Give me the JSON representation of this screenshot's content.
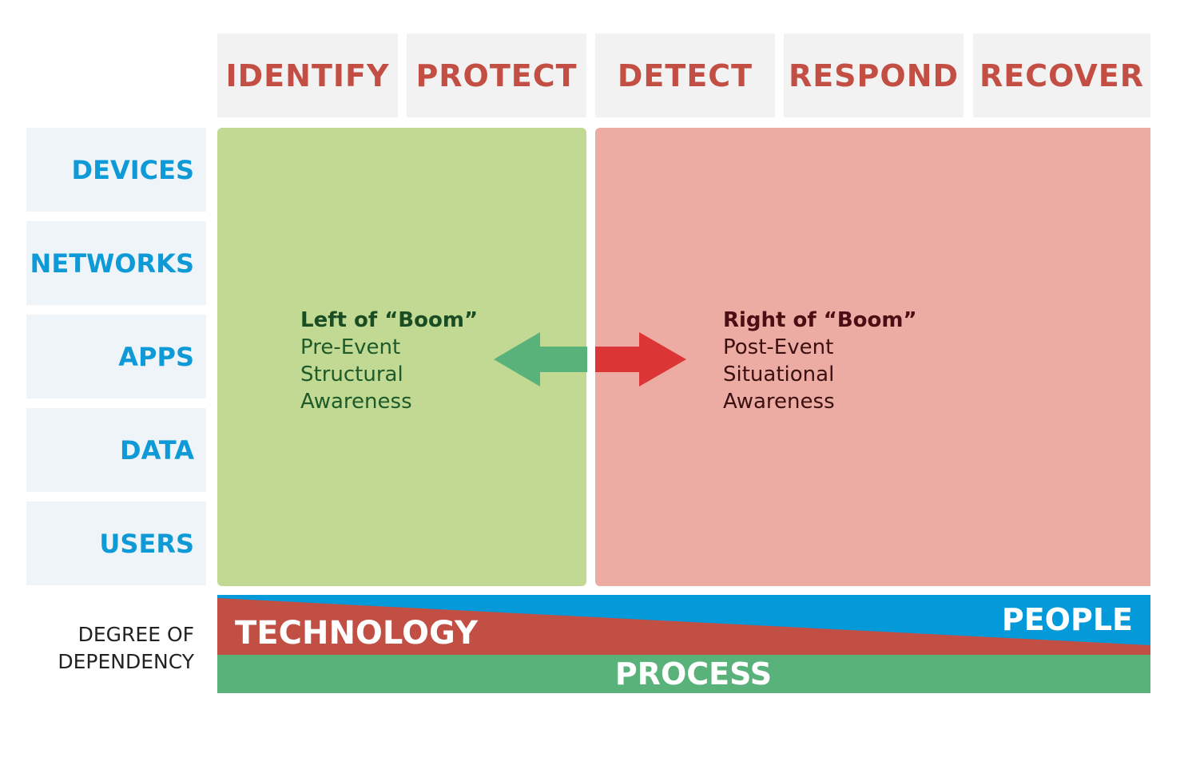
{
  "columns": [
    "IDENTIFY",
    "PROTECT",
    "DETECT",
    "RESPOND",
    "RECOVER"
  ],
  "rows": [
    "DEVICES",
    "NETWORKS",
    "APPS",
    "DATA",
    "USERS"
  ],
  "left_panel": {
    "title": "Left of “Boom”",
    "lines": [
      "Pre-Event",
      "Structural",
      "Awareness"
    ]
  },
  "right_panel": {
    "title": "Right of “Boom”",
    "lines": [
      "Post-Event",
      "Situational",
      "Awareness"
    ]
  },
  "dependency": {
    "label_line1": "DEGREE OF",
    "label_line2": "DEPENDENCY",
    "technology": "TECHNOLOGY",
    "people": "PEOPLE",
    "process": "PROCESS"
  },
  "colors": {
    "header_text": "#c34f44",
    "row_text": "#0e9ad6",
    "green_panel": "#c1d992",
    "red_panel": "#ecaca3",
    "green_arrow": "#5ab27b",
    "red_arrow": "#dc3535",
    "people": "#0499d8",
    "technology": "#c24f44",
    "process": "#5ab27b"
  }
}
